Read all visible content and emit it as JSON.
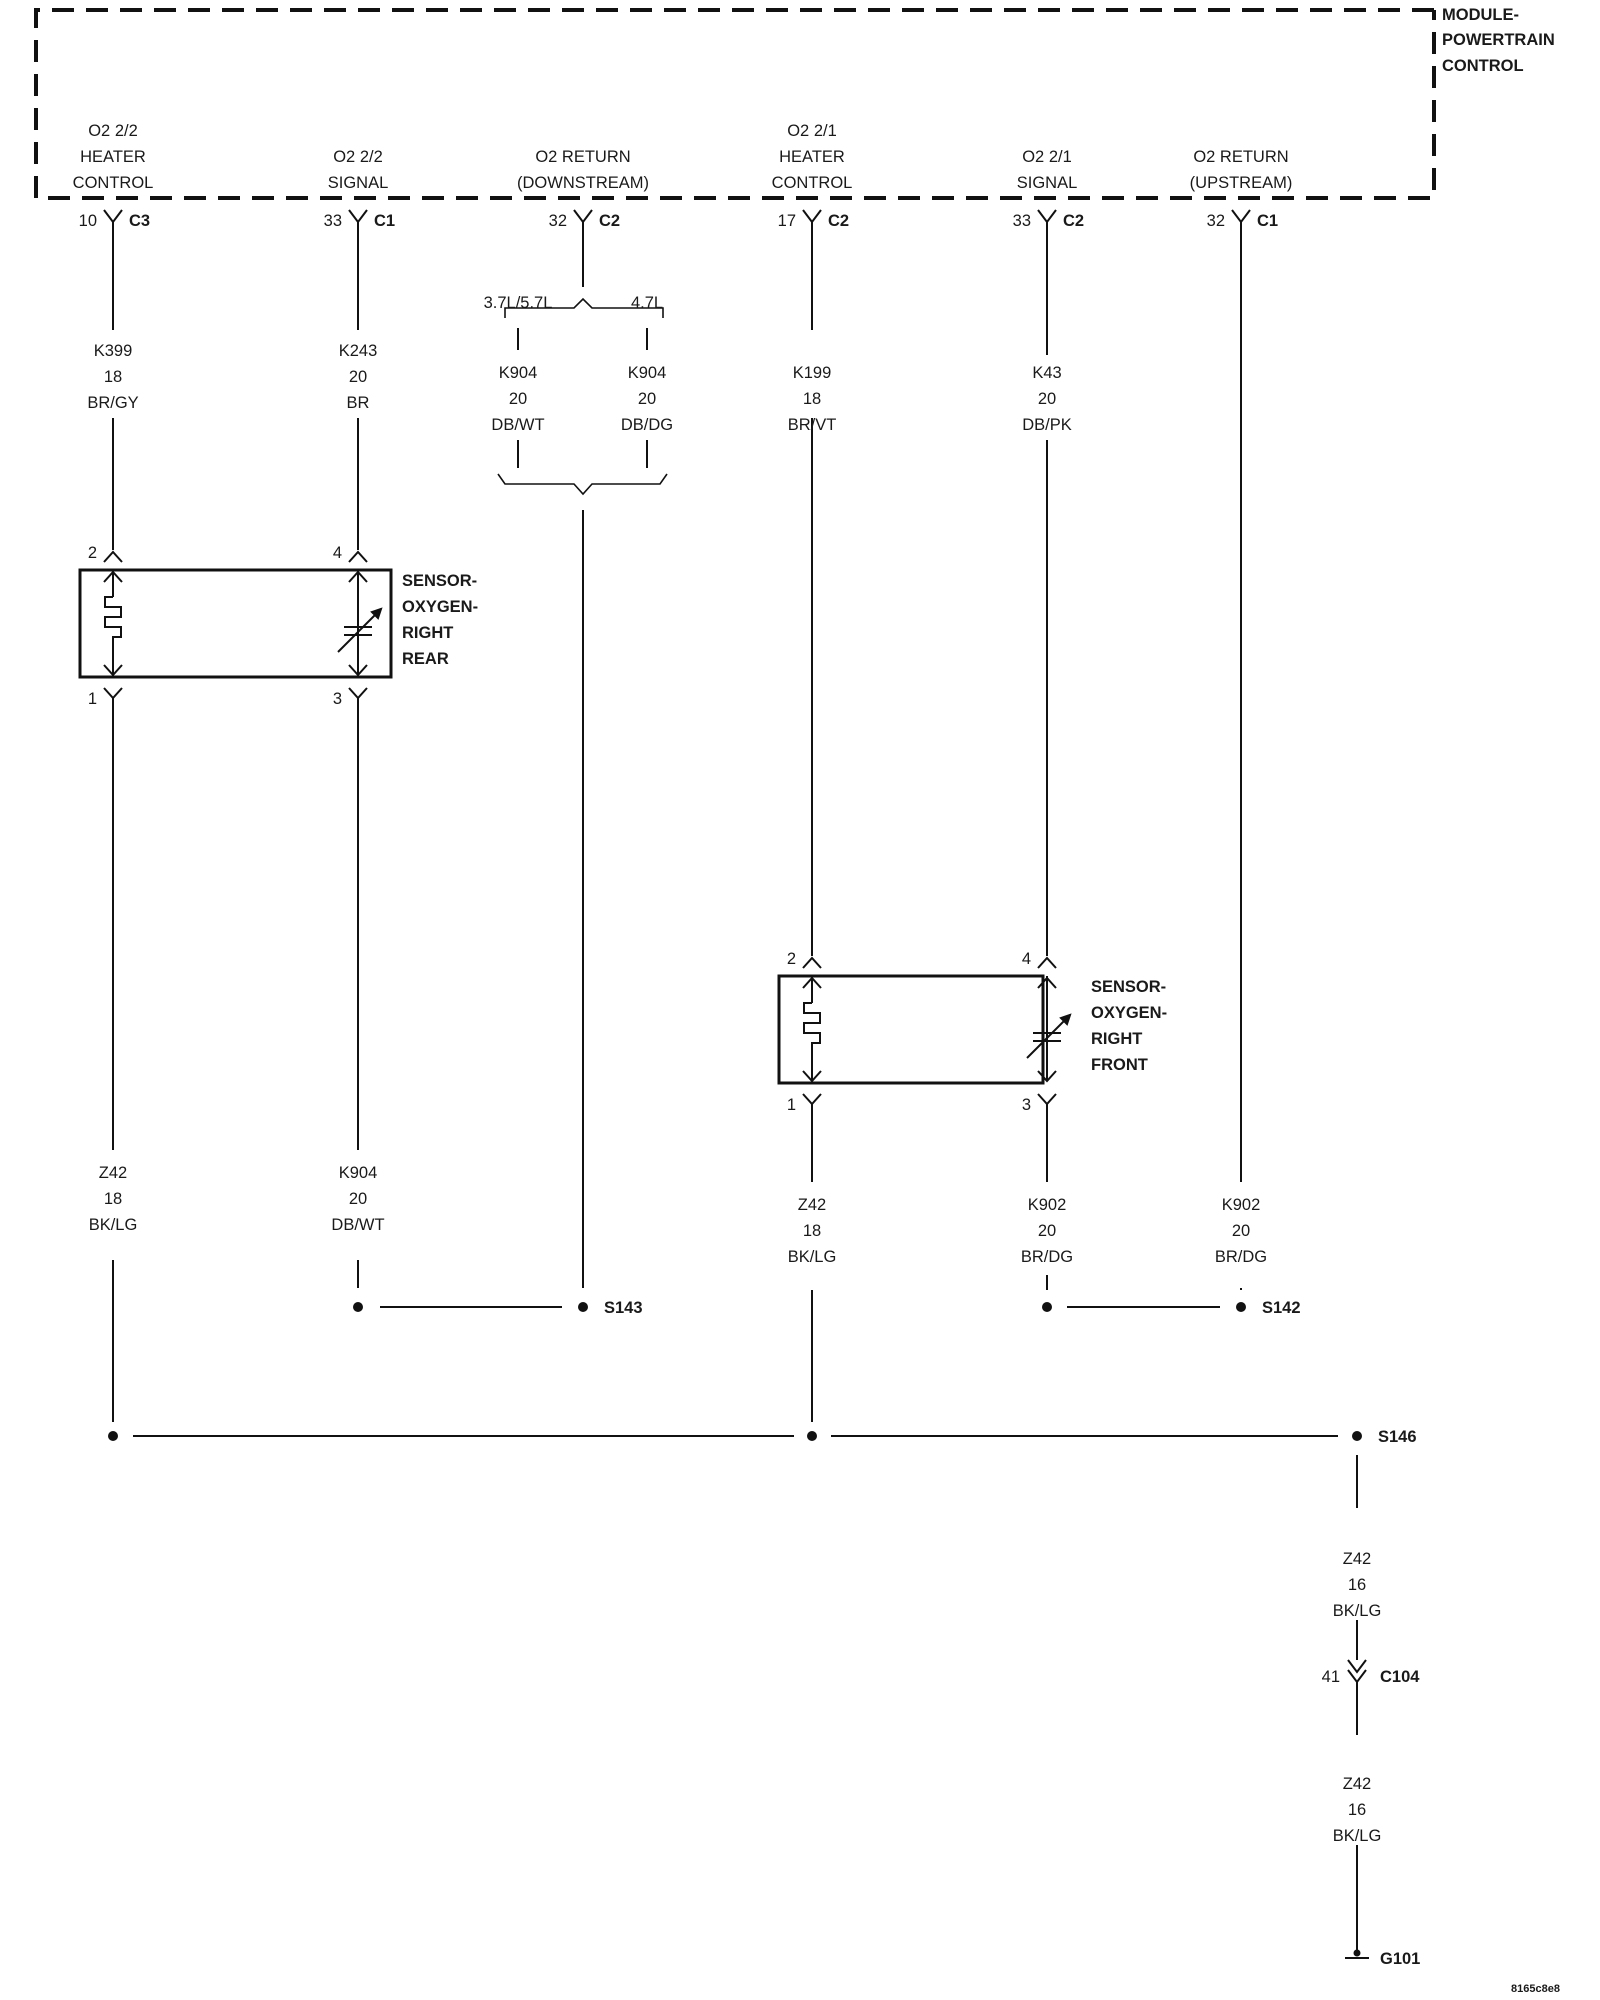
{
  "module": {
    "lines": [
      "MODULE-",
      "POWERTRAIN",
      "CONTROL"
    ]
  },
  "pins": [
    {
      "id": "p1",
      "lines": [
        "O2 2/2",
        "HEATER",
        "CONTROL"
      ],
      "cavity": "10",
      "connector": "C3"
    },
    {
      "id": "p2",
      "lines": [
        "O2 2/2",
        "SIGNAL"
      ],
      "cavity": "33",
      "connector": "C1"
    },
    {
      "id": "p3",
      "lines": [
        "O2 RETURN",
        "(DOWNSTREAM)"
      ],
      "cavity": "32",
      "connector": "C2"
    },
    {
      "id": "p4",
      "lines": [
        "O2 2/1",
        "HEATER",
        "CONTROL"
      ],
      "cavity": "17",
      "connector": "C2"
    },
    {
      "id": "p5",
      "lines": [
        "O2 2/1",
        "SIGNAL"
      ],
      "cavity": "33",
      "connector": "C2"
    },
    {
      "id": "p6",
      "lines": [
        "O2 RETURN",
        "(UPSTREAM)"
      ],
      "cavity": "32",
      "connector": "C1"
    }
  ],
  "wires": [
    {
      "id": "w1",
      "circuit": "K399",
      "gauge": "18",
      "color": "BR/GY"
    },
    {
      "id": "w2",
      "circuit": "K243",
      "gauge": "20",
      "color": "BR"
    },
    {
      "id": "w3a",
      "circuit": "K904",
      "gauge": "20",
      "color": "DB/WT"
    },
    {
      "id": "w3b",
      "circuit": "K904",
      "gauge": "20",
      "color": "DB/DG"
    },
    {
      "id": "w4",
      "circuit": "K199",
      "gauge": "18",
      "color": "BR/VT"
    },
    {
      "id": "w5",
      "circuit": "K43",
      "gauge": "20",
      "color": "DB/PK"
    },
    {
      "id": "w6",
      "circuit": "Z42",
      "gauge": "18",
      "color": "BK/LG"
    },
    {
      "id": "w7",
      "circuit": "K904",
      "gauge": "20",
      "color": "DB/WT"
    },
    {
      "id": "w8",
      "circuit": "Z42",
      "gauge": "18",
      "color": "BK/LG"
    },
    {
      "id": "w9",
      "circuit": "K902",
      "gauge": "20",
      "color": "BR/DG"
    },
    {
      "id": "w10",
      "circuit": "K902",
      "gauge": "20",
      "color": "BR/DG"
    },
    {
      "id": "w11",
      "circuit": "Z42",
      "gauge": "16",
      "color": "BK/LG"
    },
    {
      "id": "w12",
      "circuit": "Z42",
      "gauge": "16",
      "color": "BK/LG"
    }
  ],
  "engine_options": {
    "left": "3.7L/5.7L",
    "right": "4.7L"
  },
  "sensors": [
    {
      "id": "rear",
      "lines": [
        "SENSOR-",
        "OXYGEN-",
        "RIGHT",
        "REAR"
      ],
      "pin_top_left": "2",
      "pin_top_right": "4",
      "pin_bottom_left": "1",
      "pin_bottom_right": "3"
    },
    {
      "id": "front",
      "lines": [
        "SENSOR-",
        "OXYGEN-",
        "RIGHT",
        "FRONT"
      ],
      "pin_top_left": "2",
      "pin_top_right": "4",
      "pin_bottom_left": "1",
      "pin_bottom_right": "3"
    }
  ],
  "splices": {
    "s143": "S143",
    "s142": "S142",
    "s146": "S146"
  },
  "inline_connector": {
    "cavity": "41",
    "name": "C104"
  },
  "ground": "G101",
  "figure_id": "8165c8e8"
}
